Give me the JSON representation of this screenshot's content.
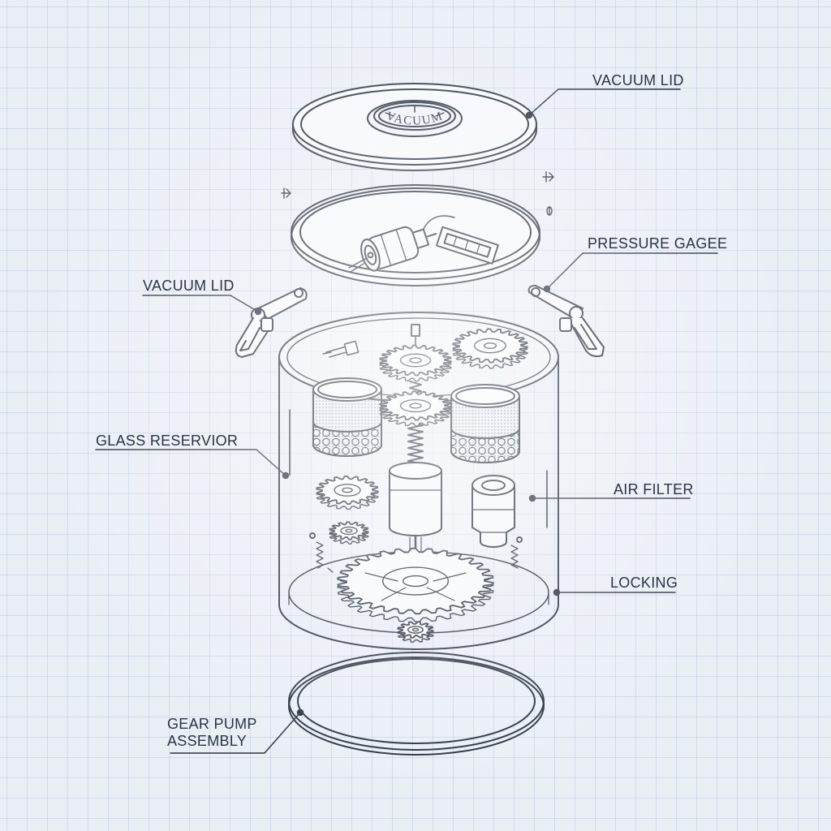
{
  "labels": {
    "vacuum_lid_top": "VACUUM LID",
    "pressure_gauge": "PRESSURE GAGEE",
    "vacuum_lid_left": "VACUUM LID",
    "glass_reservoir": "GLASS RESERVIOR",
    "air_filter": "AIR FILTER",
    "locking": "LOCKING",
    "gear_pump_line1": "GEAR PUMP",
    "gear_pump_line2": "ASSEMBLY"
  },
  "lid_emblem_text": "VACUUM",
  "colors": {
    "line": "#2c3440",
    "background": "#eaeff6",
    "grid": "#a0b2cc"
  }
}
